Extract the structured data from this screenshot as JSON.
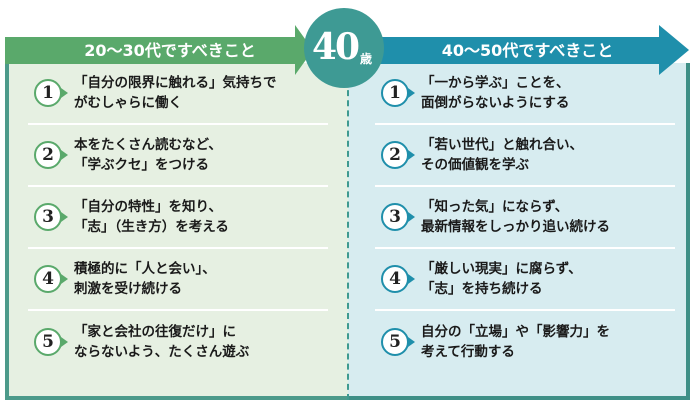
{
  "center_badge": {
    "number": "40",
    "unit": "歳"
  },
  "left": {
    "header": "20～30代ですべきこと",
    "color": "#5aa96b",
    "items": [
      {
        "num": "1",
        "line1": "「自分の限界に触れる」気持ちで",
        "line2": "がむしゃらに働く"
      },
      {
        "num": "2",
        "line1": "本をたくさん読むなど、",
        "line2": "「学ぶクセ」をつける"
      },
      {
        "num": "3",
        "line1": "「自分の特性」を知り、",
        "line2": "「志」（生き方）を考える"
      },
      {
        "num": "4",
        "line1": "積極的に「人と会い」、",
        "line2": "刺激を受け続ける"
      },
      {
        "num": "5",
        "line1": "「家と会社の往復だけ」に",
        "line2": "ならないよう、たくさん遊ぶ"
      }
    ]
  },
  "right": {
    "header": "40～50代ですべきこと",
    "color": "#1f8fab",
    "items": [
      {
        "num": "1",
        "line1": "「一から学ぶ」ことを、",
        "line2": "面倒がらないようにする"
      },
      {
        "num": "2",
        "line1": "「若い世代」と触れ合い、",
        "line2": "その価値観を学ぶ"
      },
      {
        "num": "3",
        "line1": "「知った気」にならず、",
        "line2": "最新情報をしっかり追い続ける"
      },
      {
        "num": "4",
        "line1": "「厳しい現実」に腐らず、",
        "line2": "「志」を持ち続ける"
      },
      {
        "num": "5",
        "line1": "自分の「立場」や「影響力」を",
        "line2": "考えて行動する"
      }
    ]
  }
}
